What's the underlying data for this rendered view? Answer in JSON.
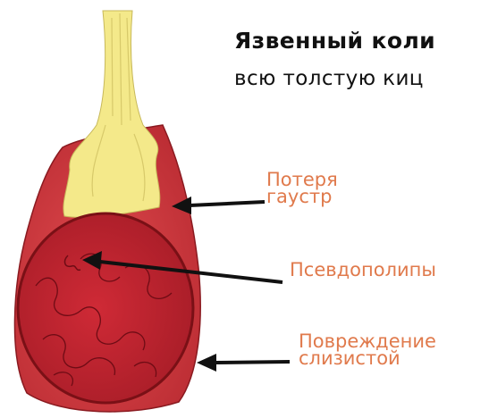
{
  "title": {
    "line1": "Язвенный коли",
    "line2": "всю толстую киц"
  },
  "callouts": [
    {
      "id": "haustra-loss",
      "lines": [
        "Потеря",
        "гаустр"
      ]
    },
    {
      "id": "pseudopolyps",
      "lines": [
        "Псевдополипы"
      ]
    },
    {
      "id": "mucosal-damage",
      "lines": [
        "Повреждение",
        "слизистой"
      ]
    }
  ],
  "colors": {
    "title_text": "#111111",
    "callout_text": "#e07a4c",
    "outer_wall": "#d63a40",
    "outer_wall_dark": "#a8232a",
    "lumen_face": "#c8283a",
    "lumen_rim": "#7a1016",
    "pale_tissue": "#f4e98a",
    "arrow": "#111111"
  }
}
